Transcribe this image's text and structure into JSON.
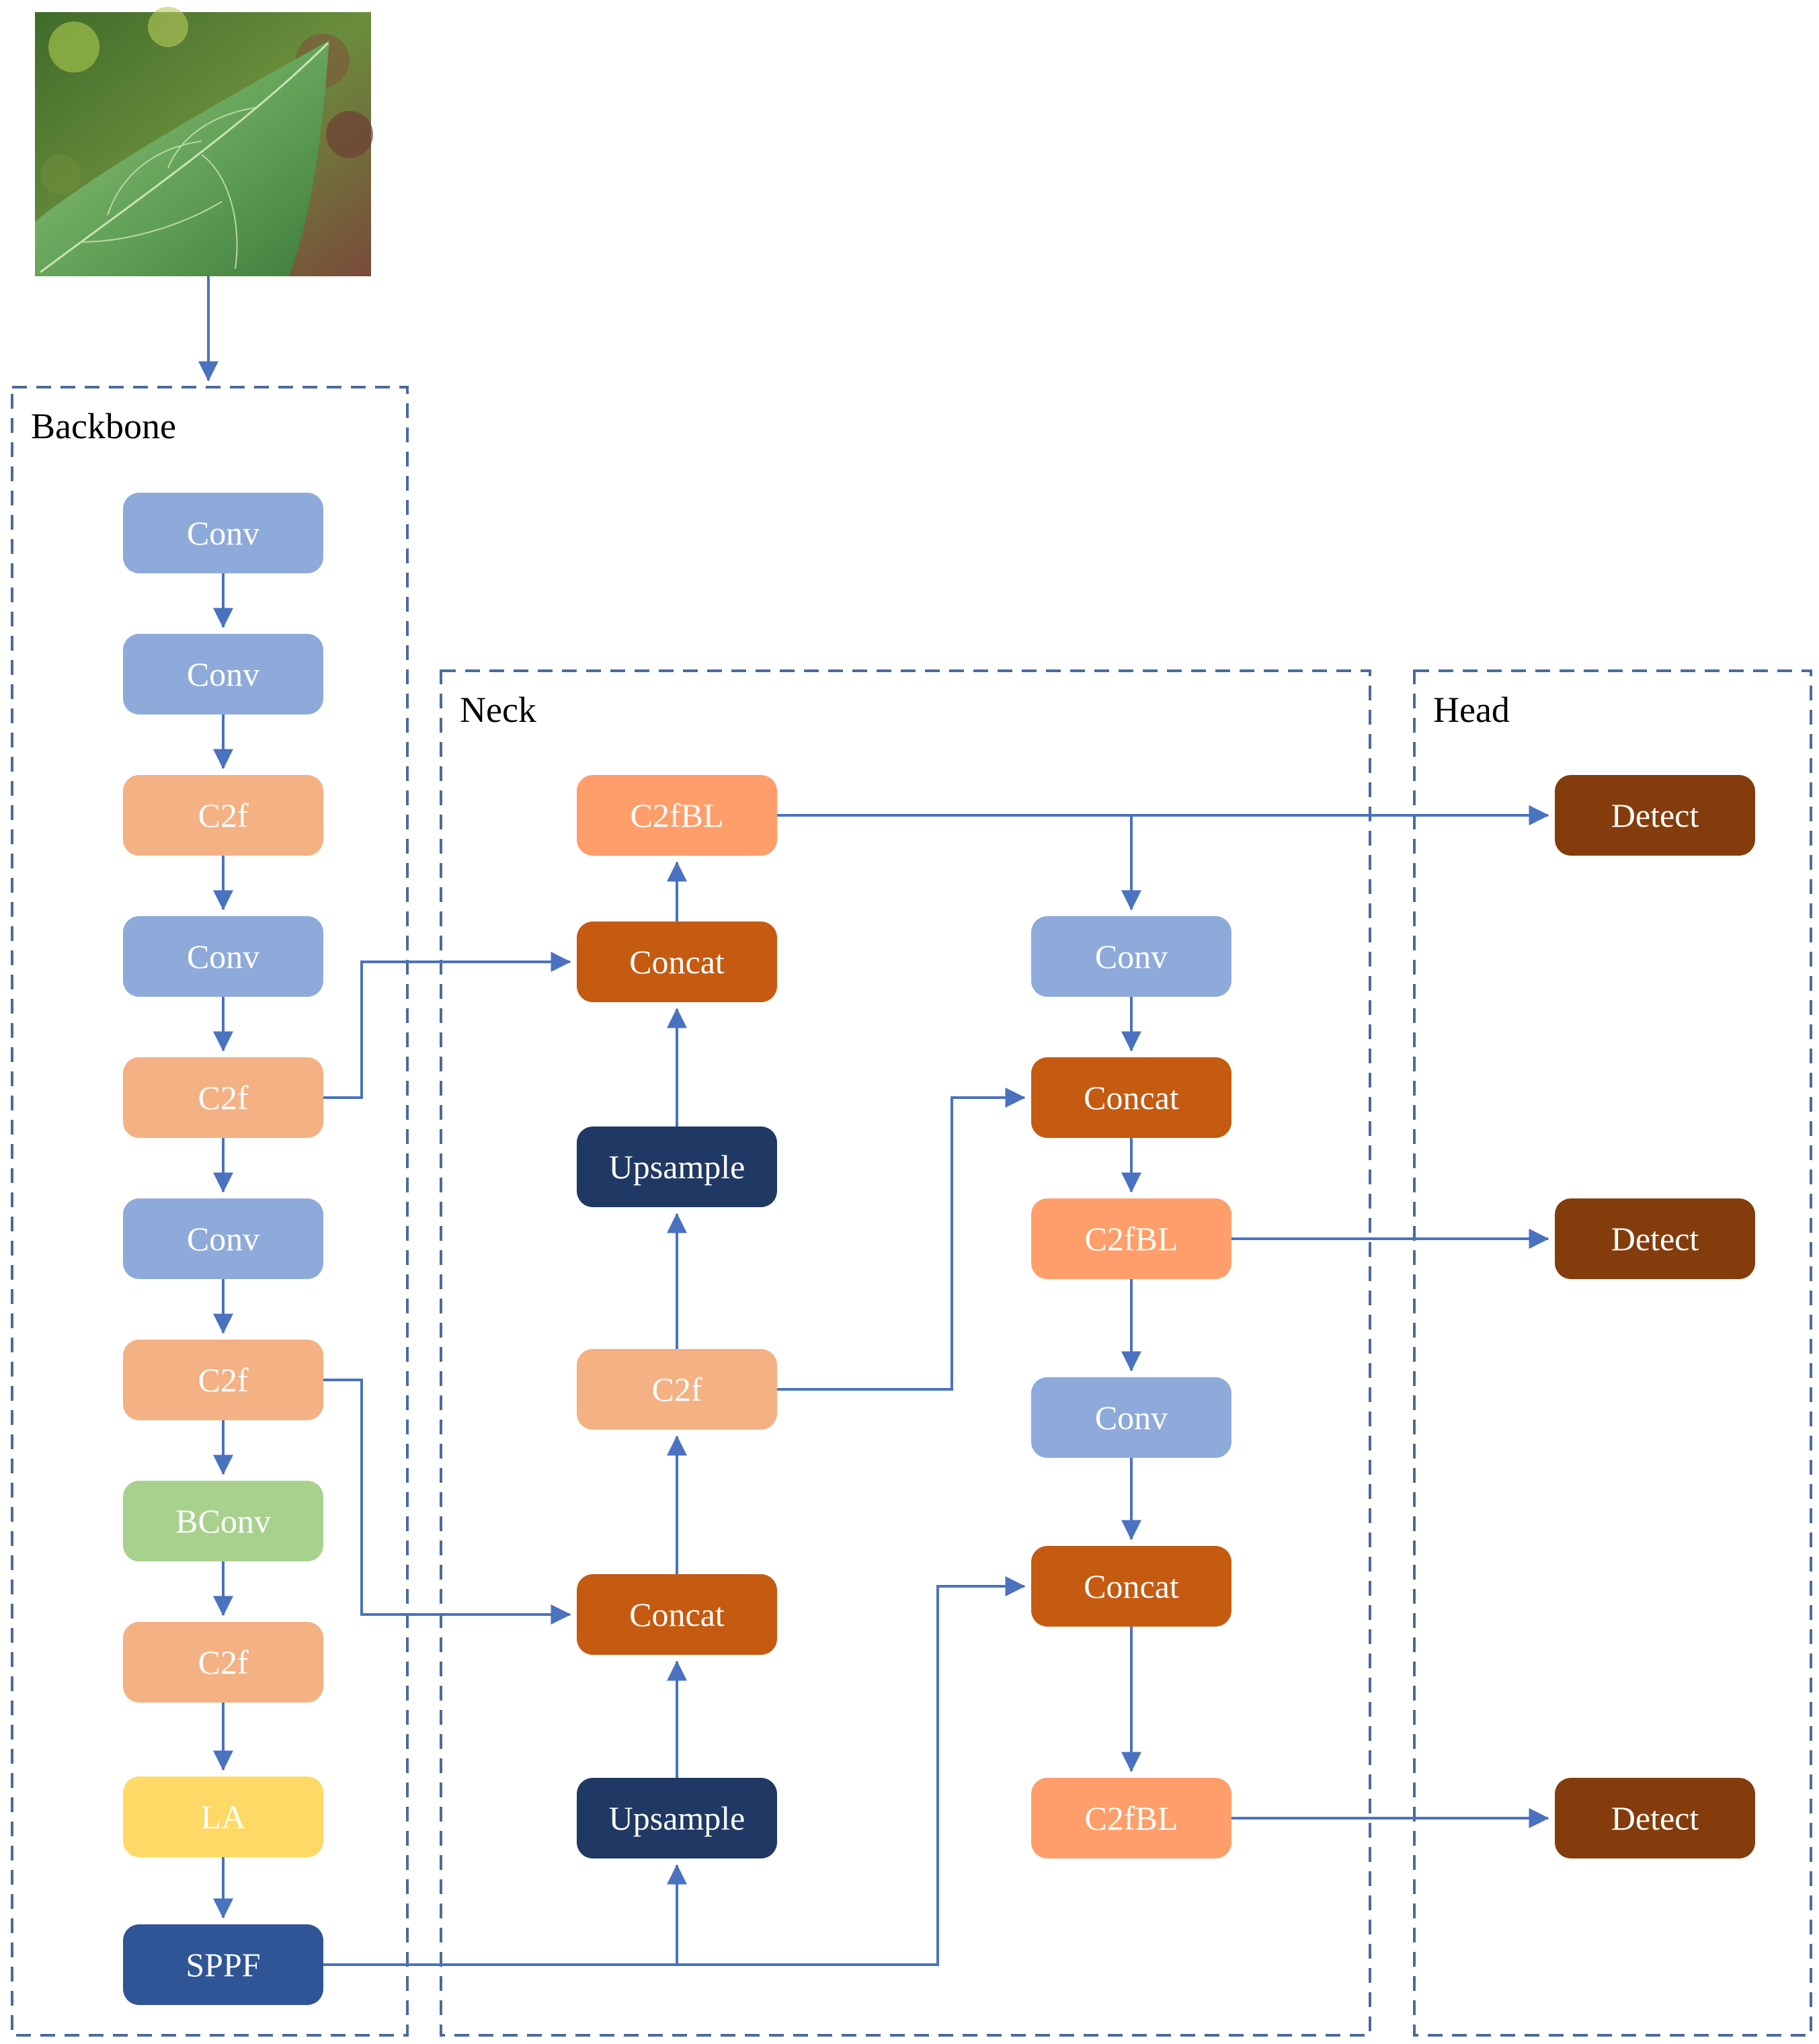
{
  "colors": {
    "conv": "#8eaadb",
    "c2f": "#f4b183",
    "c2fbl": "#ff9e6a",
    "concat": "#c55a11",
    "upsample": "#203864",
    "bconv": "#a9d18e",
    "la": "#ffd966",
    "sppf": "#2f5597",
    "detect": "#843c0c",
    "edge": "#4a72c0",
    "group_border": "#4a6a9c",
    "text_light": "#ffffff"
  },
  "groups": [
    {
      "id": "backbone",
      "label": "Backbone"
    },
    {
      "id": "neck",
      "label": "Neck"
    },
    {
      "id": "head",
      "label": "Head"
    }
  ],
  "nodes": [
    {
      "id": "b1",
      "label": "Conv",
      "kind": "conv",
      "group": "backbone"
    },
    {
      "id": "b2",
      "label": "Conv",
      "kind": "conv",
      "group": "backbone"
    },
    {
      "id": "b3",
      "label": "C2f",
      "kind": "c2f",
      "group": "backbone"
    },
    {
      "id": "b4",
      "label": "Conv",
      "kind": "conv",
      "group": "backbone"
    },
    {
      "id": "b5",
      "label": "C2f",
      "kind": "c2f",
      "group": "backbone"
    },
    {
      "id": "b6",
      "label": "Conv",
      "kind": "conv",
      "group": "backbone"
    },
    {
      "id": "b7",
      "label": "C2f",
      "kind": "c2f",
      "group": "backbone"
    },
    {
      "id": "b8",
      "label": "BConv",
      "kind": "bconv",
      "group": "backbone"
    },
    {
      "id": "b9",
      "label": "C2f",
      "kind": "c2f",
      "group": "backbone"
    },
    {
      "id": "b10",
      "label": "LA",
      "kind": "la",
      "group": "backbone"
    },
    {
      "id": "b11",
      "label": "SPPF",
      "kind": "sppf",
      "group": "backbone"
    },
    {
      "id": "n1",
      "label": "C2fBL",
      "kind": "c2fbl",
      "group": "neck"
    },
    {
      "id": "n2",
      "label": "Concat",
      "kind": "concat",
      "group": "neck"
    },
    {
      "id": "n3",
      "label": "Upsample",
      "kind": "upsample",
      "group": "neck"
    },
    {
      "id": "n4",
      "label": "C2f",
      "kind": "c2f",
      "group": "neck"
    },
    {
      "id": "n5",
      "label": "Concat",
      "kind": "concat",
      "group": "neck"
    },
    {
      "id": "n6",
      "label": "Upsample",
      "kind": "upsample",
      "group": "neck"
    },
    {
      "id": "n7",
      "label": "Conv",
      "kind": "conv",
      "group": "neck"
    },
    {
      "id": "n8",
      "label": "Concat",
      "kind": "concat",
      "group": "neck"
    },
    {
      "id": "n9",
      "label": "C2fBL",
      "kind": "c2fbl",
      "group": "neck"
    },
    {
      "id": "n10",
      "label": "Conv",
      "kind": "conv",
      "group": "neck"
    },
    {
      "id": "n11",
      "label": "Concat",
      "kind": "concat",
      "group": "neck"
    },
    {
      "id": "n12",
      "label": "C2fBL",
      "kind": "c2fbl",
      "group": "neck"
    },
    {
      "id": "h1",
      "label": "Detect",
      "kind": "detect",
      "group": "head"
    },
    {
      "id": "h2",
      "label": "Detect",
      "kind": "detect",
      "group": "head"
    },
    {
      "id": "h3",
      "label": "Detect",
      "kind": "detect",
      "group": "head"
    }
  ],
  "edges": [
    [
      "input",
      "b1"
    ],
    [
      "b1",
      "b2"
    ],
    [
      "b2",
      "b3"
    ],
    [
      "b3",
      "b4"
    ],
    [
      "b4",
      "b5"
    ],
    [
      "b5",
      "b6"
    ],
    [
      "b6",
      "b7"
    ],
    [
      "b7",
      "b8"
    ],
    [
      "b8",
      "b9"
    ],
    [
      "b9",
      "b10"
    ],
    [
      "b10",
      "b11"
    ],
    [
      "b11",
      "n6"
    ],
    [
      "n6",
      "n5"
    ],
    [
      "b7",
      "n5"
    ],
    [
      "n5",
      "n4"
    ],
    [
      "n4",
      "n3"
    ],
    [
      "n3",
      "n2"
    ],
    [
      "b5",
      "n2"
    ],
    [
      "n2",
      "n1"
    ],
    [
      "n1",
      "n7"
    ],
    [
      "n7",
      "n8"
    ],
    [
      "n4",
      "n8"
    ],
    [
      "n8",
      "n9"
    ],
    [
      "n9",
      "n10"
    ],
    [
      "n10",
      "n11"
    ],
    [
      "b11",
      "n11"
    ],
    [
      "n11",
      "n12"
    ],
    [
      "n1",
      "h1"
    ],
    [
      "n9",
      "h2"
    ],
    [
      "n12",
      "h3"
    ]
  ],
  "input_image": {
    "subject": "green leaf photo"
  }
}
